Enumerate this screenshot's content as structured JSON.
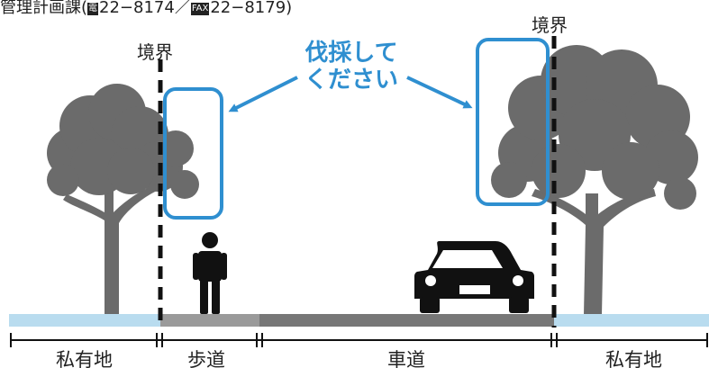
{
  "header": {
    "text_a": "管理計画課(",
    "tel_badge": "電",
    "tel": "22−8174",
    "sep": "／",
    "fax_badge": "FAX",
    "fax": "22−8179)"
  },
  "boundaries": {
    "left_label": "境界",
    "right_label": "境界"
  },
  "callout": {
    "line1": "伐採して",
    "line2": "ください"
  },
  "zones": {
    "private_left": "私有地",
    "sidewalk": "歩道",
    "roadway": "車道",
    "private_right": "私有地"
  },
  "colors": {
    "accent": "#2f8fd0",
    "tree": "#6b6b6b",
    "ground": "#b9dcef",
    "sidewalk": "#9a9a9a",
    "road": "#777777"
  }
}
